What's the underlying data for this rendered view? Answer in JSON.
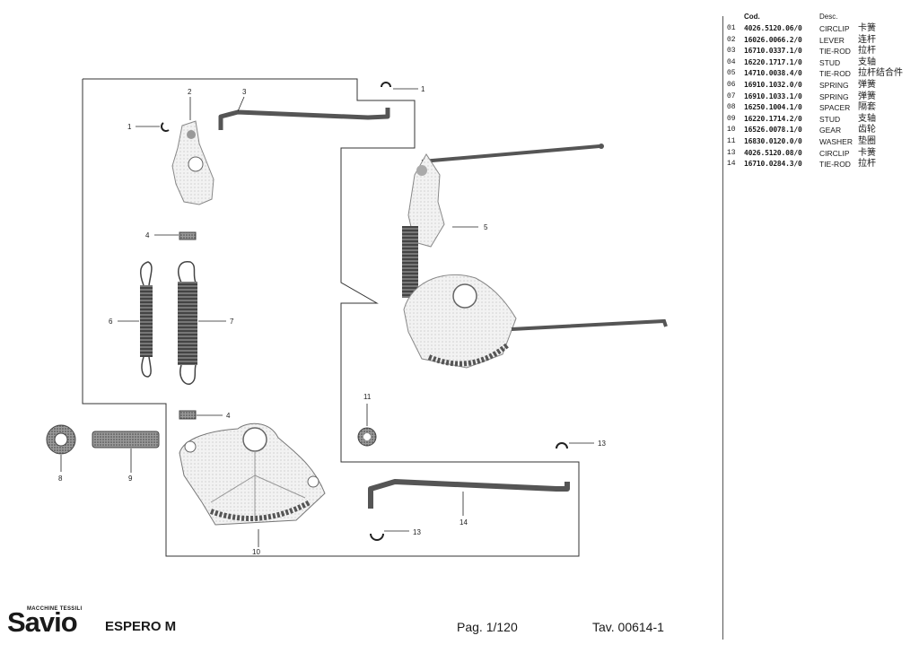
{
  "table": {
    "header_code": "Cod.",
    "header_desc": "Desc.",
    "rows": [
      {
        "idx": "01",
        "code": "4026.5120.06/0",
        "desc": "CIRCLIP",
        "cn": "卡簧"
      },
      {
        "idx": "02",
        "code": "16026.0066.2/0",
        "desc": "LEVER",
        "cn": "连杆"
      },
      {
        "idx": "03",
        "code": "16710.0337.1/0",
        "desc": "TIE-ROD",
        "cn": "拉杆"
      },
      {
        "idx": "04",
        "code": "16220.1717.1/0",
        "desc": "STUD",
        "cn": "支轴"
      },
      {
        "idx": "05",
        "code": "14710.0038.4/0",
        "desc": "TIE-ROD",
        "cn": "拉杆结合件"
      },
      {
        "idx": "06",
        "code": "16910.1032.0/0",
        "desc": "SPRING",
        "cn": "弹簧"
      },
      {
        "idx": "07",
        "code": "16910.1033.1/0",
        "desc": "SPRING",
        "cn": "弹簧"
      },
      {
        "idx": "08",
        "code": "16250.1004.1/0",
        "desc": "SPACER",
        "cn": "隔套"
      },
      {
        "idx": "09",
        "code": "16220.1714.2/0",
        "desc": "STUD",
        "cn": "支轴"
      },
      {
        "idx": "10",
        "code": "16526.0078.1/0",
        "desc": "GEAR",
        "cn": "齿轮"
      },
      {
        "idx": "11",
        "code": "16830.0120.0/0",
        "desc": "WASHER",
        "cn": "垫圈"
      },
      {
        "idx": "13",
        "code": "4026.5120.08/0",
        "desc": "CIRCLIP",
        "cn": "卡簧"
      },
      {
        "idx": "14",
        "code": "16710.0284.3/0",
        "desc": "TIE-ROD",
        "cn": "拉杆"
      }
    ]
  },
  "callouts": {
    "c1a": "1",
    "c1b": "1",
    "c2": "2",
    "c3": "3",
    "c4a": "4",
    "c4b": "4",
    "c5": "5",
    "c6": "6",
    "c7": "7",
    "c8": "8",
    "c9": "9",
    "c10": "10",
    "c11": "11",
    "c13a": "13",
    "c13b": "13",
    "c14": "14"
  },
  "footer": {
    "brand_tagline": "MACCHINE TESSILI",
    "brand": "Savio",
    "model": "ESPERO M",
    "page": "Pag. 1/120",
    "table_ref": "Tav. 00614-1"
  }
}
